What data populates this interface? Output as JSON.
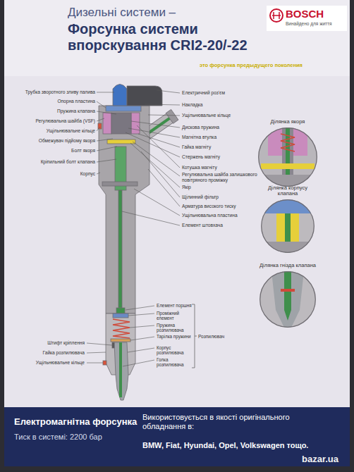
{
  "diagram": {
    "title": "Форсунка системи впорскування CRI2-20/-22",
    "nodes": [
      {
        "text": [
          "Ділянка якоря"
        ]
      },
      {
        "text": [
          "Ділянка корпусу клапана"
        ]
      },
      {
        "text": [
          "Ділянка гнізда клапана"
        ]
      },
      {
        "text": [
          "Електромагнітна форсунка",
          "Тиск в системі: 2200 бар",
          "Використовується в якості оригінального обладнання в:",
          "BMW, Fiat, Hyundai, Opel, Volkswagen тощо."
        ]
      }
    ],
    "labels": [
      "Дизельні системи –",
      "это форсунка предыдущего поколения",
      "BOSCH",
      "Винайдено для життя",
      "Трубка зворотного зливу палива",
      "Опорна пластина",
      "Пружина клапана",
      "Регулювальна шайба (VSF)",
      "Ущільнювальне кільце",
      "Обмежувач підйому якоря",
      "Болт якоря",
      "Кріпильний болт клапана",
      "Корпус",
      "Електричний роз'єм",
      "Накладка",
      "Ущільнювальне кільце",
      "Дискова пружина",
      "Магнітна втулка",
      "Гайка магніту",
      "Стержень магніту",
      "Котушка магніту",
      "Регулювальна шайба залишкового повітряного проміжку",
      "Якір",
      "Щілинний фільтр",
      "Арматура високого тиску",
      "Ущільнювальна пластина",
      "Елемент штовхача",
      "Елемент поршня",
      "Проміжний елемент",
      "Пружина розпилювача",
      "Тарілка пружини",
      "Корпус розпилювача",
      "Голка розпилювача",
      "Розпилювач",
      "Штифт кріплення",
      "Гайка розпилювача",
      "Ущільнювальне кільце",
      "bazar.ua"
    ]
  }
}
